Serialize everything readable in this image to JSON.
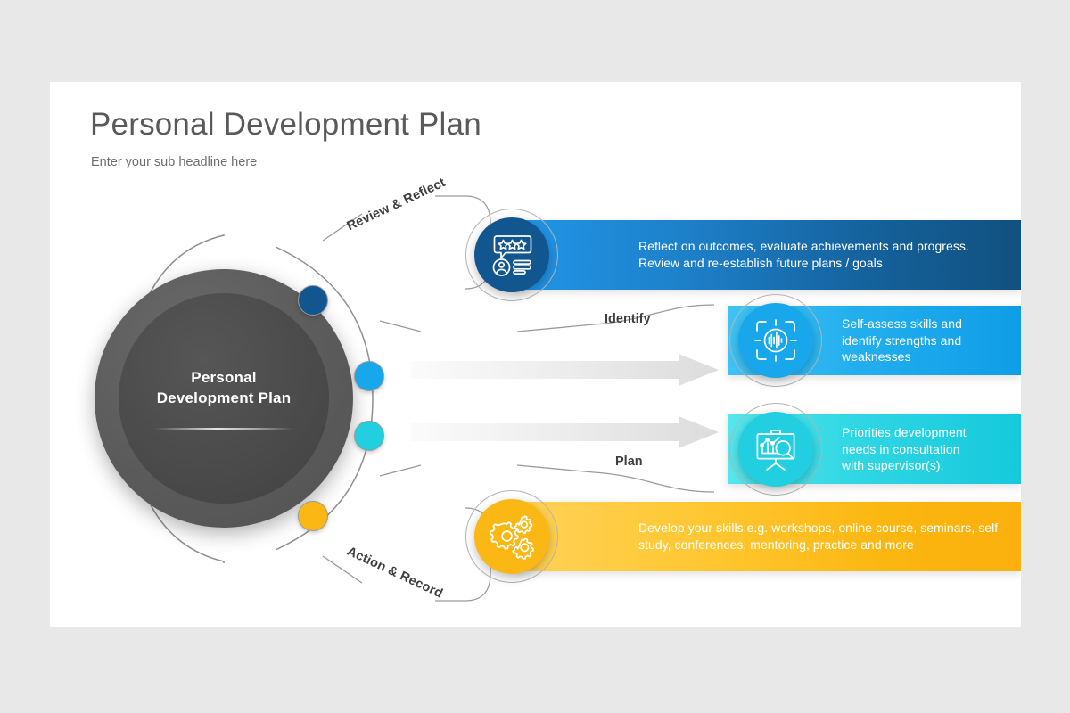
{
  "slide": {
    "title": "Personal Development Plan",
    "subtitle": "Enter your sub headline here",
    "background_color": "#e8e8e8",
    "canvas_color": "#ffffff"
  },
  "center": {
    "line1": "Personal",
    "line2": "Development Plan",
    "color": "#4a4a4a"
  },
  "stage_labels": {
    "review": "Review & Reflect",
    "identify": "Identify",
    "plan": "Plan",
    "action": "Action & Record"
  },
  "steps": [
    {
      "id": "review-reflect",
      "label": "Review & Reflect",
      "text_line1": "Reflect on outcomes, evaluate achievements and progress.",
      "text_line2": "Review and re-establish future plans / goals",
      "icon": "review-stars-icon",
      "icon_color": "#12568f",
      "dot_color": "#12558f",
      "bar_gradient_from": "#2196e8",
      "bar_gradient_to": "#11517f"
    },
    {
      "id": "identify",
      "label": "Identify",
      "text_line1": "Self-assess skills and",
      "text_line2": "identify strengths and",
      "text_line3": "weaknesses",
      "icon": "scan-waveform-icon",
      "icon_color": "#17a7ea",
      "dot_color": "#17a7ea",
      "bar_gradient_from": "#3fc3f5",
      "bar_gradient_to": "#0f9de6"
    },
    {
      "id": "plan",
      "label": "Plan",
      "text_line1": "Priorities development",
      "text_line2": "needs in consultation",
      "text_line3": "with supervisor(s).",
      "icon": "analytics-board-search-icon",
      "icon_color": "#22cfe0",
      "dot_color": "#22cfe0",
      "bar_gradient_from": "#55e6ec",
      "bar_gradient_to": "#15c9dc"
    },
    {
      "id": "action-record",
      "label": "Action & Record",
      "text_line1": "Develop your skills e.g. workshops, online course, seminars, self-",
      "text_line2": "study, conferences, mentoring, practice and more",
      "icon": "gears-icon",
      "icon_color": "#fbb713",
      "dot_color": "#fbb713",
      "bar_gradient_from": "#ffd257",
      "bar_gradient_to": "#fbb00d"
    }
  ]
}
